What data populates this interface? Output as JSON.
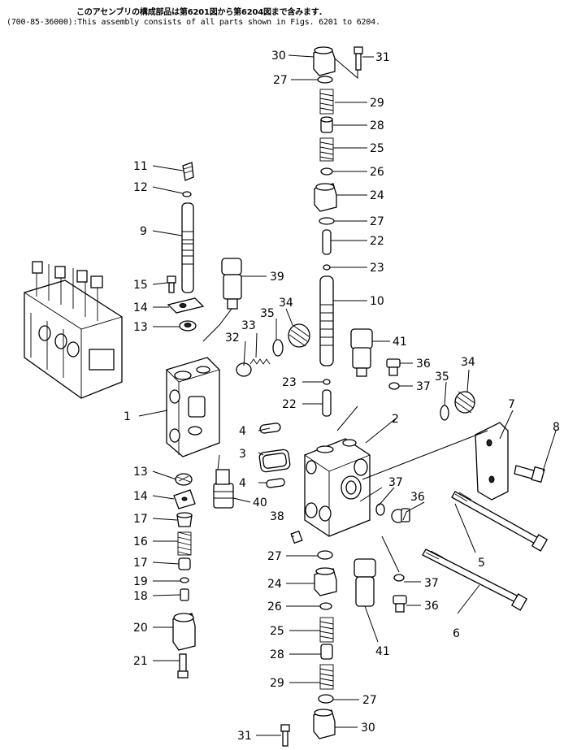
{
  "header": {
    "japanese_note": "このアセンブリの構成部品は第6201図から第6204図まで含みます.",
    "english_note": "(700-85-36000):This assembly consists of all parts shown in Figs. 6201 to 6204."
  },
  "callouts": {
    "c1": "1",
    "c2": "2",
    "c3": "3",
    "c4a": "4",
    "c4b": "4",
    "c5": "5",
    "c6": "6",
    "c7": "7",
    "c8": "8",
    "c9": "9",
    "c10": "10",
    "c11": "11",
    "c12": "12",
    "c13a": "13",
    "c13b": "13",
    "c14a": "14",
    "c14b": "14",
    "c15": "15",
    "c16": "16",
    "c17a": "17",
    "c17b": "17",
    "c18": "18",
    "c19": "19",
    "c20": "20",
    "c21": "21",
    "c22a": "22",
    "c22b": "22",
    "c23a": "23",
    "c23b": "23",
    "c24a": "24",
    "c24b": "24",
    "c25a": "25",
    "c25b": "25",
    "c26a": "26",
    "c26b": "26",
    "c27a": "27",
    "c27b": "27",
    "c27c": "27",
    "c27d": "27",
    "c28a": "28",
    "c28b": "28",
    "c29a": "29",
    "c29b": "29",
    "c30a": "30",
    "c30b": "30",
    "c31a": "31",
    "c31b": "31",
    "c32": "32",
    "c33": "33",
    "c34a": "34",
    "c34b": "34",
    "c35a": "35",
    "c35b": "35",
    "c36a": "36",
    "c36b": "36",
    "c36c": "36",
    "c37a": "37",
    "c37b": "37",
    "c37c": "37",
    "c38": "38",
    "c39": "39",
    "c40": "40",
    "c41a": "41",
    "c41b": "41"
  }
}
